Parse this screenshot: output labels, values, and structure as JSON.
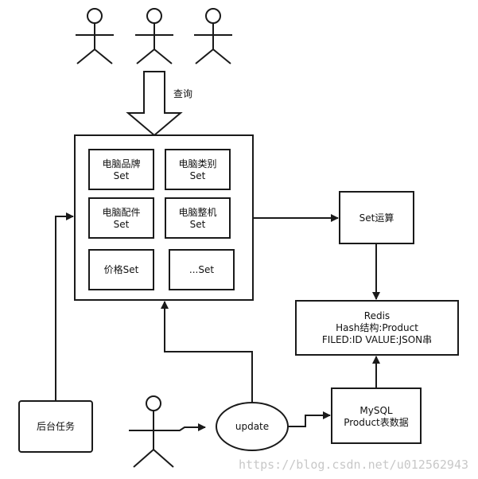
{
  "users": {
    "actors": [
      "user",
      "user",
      "user"
    ]
  },
  "query": {
    "label": "查询"
  },
  "sets": {
    "brand": [
      "电脑品牌",
      "Set"
    ],
    "category": [
      "电脑类别",
      "Set"
    ],
    "parts": [
      "电脑配件",
      "Set"
    ],
    "complete": [
      "电脑整机",
      "Set"
    ],
    "price": "价格Set",
    "more": "...Set"
  },
  "set_op": {
    "label": "Set运算"
  },
  "redis": {
    "lines": [
      "Redis",
      "Hash结构:Product",
      "FILED:ID VALUE:JSON串"
    ]
  },
  "mysql": {
    "lines": [
      "MySQL",
      "Product表数据"
    ]
  },
  "backend_task": {
    "label": "后台任务"
  },
  "update": {
    "label": "update"
  },
  "watermark": {
    "text": "https://blog.csdn.net/u012562943"
  },
  "colors": {
    "stroke": "#1a1a1a",
    "background": "#ffffff",
    "watermark": "#c8c8c8"
  }
}
